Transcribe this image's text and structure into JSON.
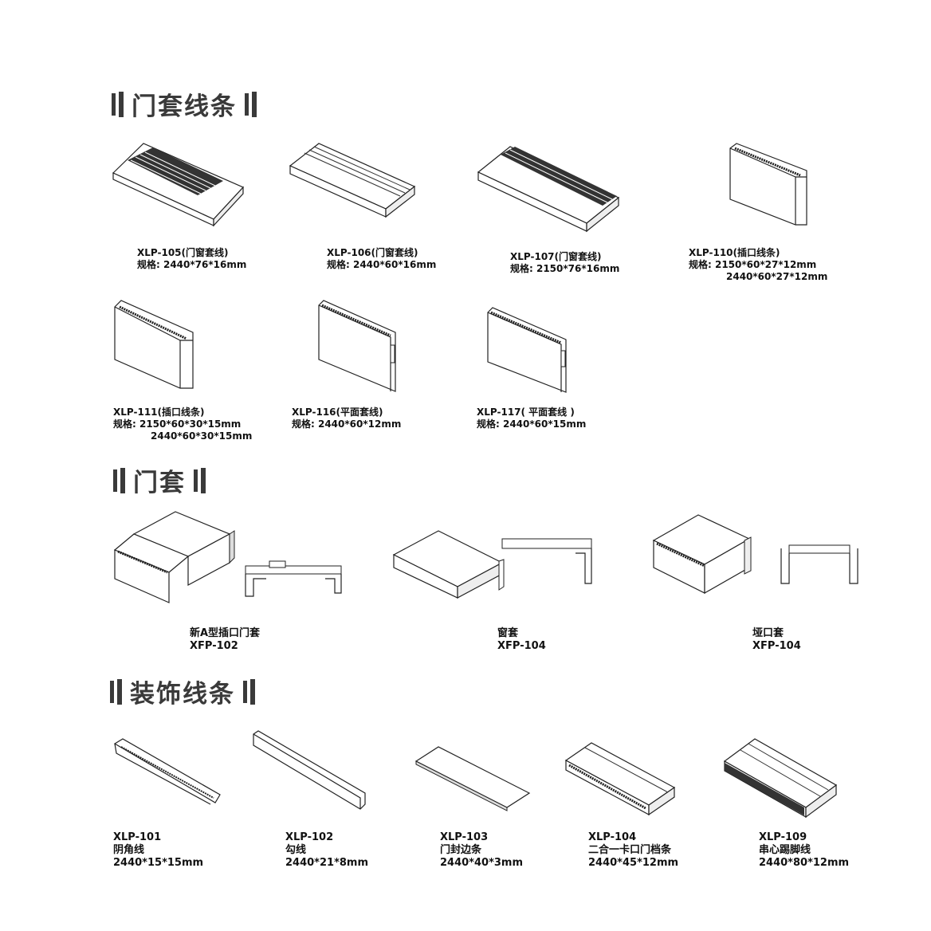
{
  "sections": {
    "mouldings": "门套线条",
    "frames": "门套",
    "decor": "装饰线条"
  },
  "mouldings": [
    {
      "code": "XLP-105(门窗套线)",
      "spec": "规格: 2440*76*16mm"
    },
    {
      "code": "XLP-106(门窗套线)",
      "spec": "规格: 2440*60*16mm"
    },
    {
      "code": "XLP-107(门窗套线)",
      "spec": "规格: 2150*76*16mm"
    },
    {
      "code": "XLP-110(插口线条)",
      "spec": "规格: 2150*60*27*12mm",
      "spec2": "2440*60*27*12mm"
    },
    {
      "code": "XLP-111(插口线条)",
      "spec": "规格: 2150*60*30*15mm",
      "spec2": "2440*60*30*15mm"
    },
    {
      "code": "XLP-116(平面套线)",
      "spec": "规格: 2440*60*12mm"
    },
    {
      "code": "XLP-117( 平面套线 )",
      "spec": "规格: 2440*60*15mm"
    }
  ],
  "frames": [
    {
      "name": "新A型插口门套",
      "code": "XFP-102"
    },
    {
      "name": "窗套",
      "code": "XFP-104"
    },
    {
      "name": "垭口套",
      "code": "XFP-104"
    }
  ],
  "decor": [
    {
      "code": "XLP-101",
      "name": "阴角线",
      "spec": "2440*15*15mm"
    },
    {
      "code": "XLP-102",
      "name": "勾线",
      "spec": "2440*21*8mm"
    },
    {
      "code": "XLP-103",
      "name": "门封边条",
      "spec": "2440*40*3mm"
    },
    {
      "code": "XLP-104",
      "name": "二合一卡口门档条",
      "spec": "2440*45*12mm"
    },
    {
      "code": "XLP-109",
      "name": "串心踢脚线",
      "spec": "2440*80*12mm"
    }
  ]
}
